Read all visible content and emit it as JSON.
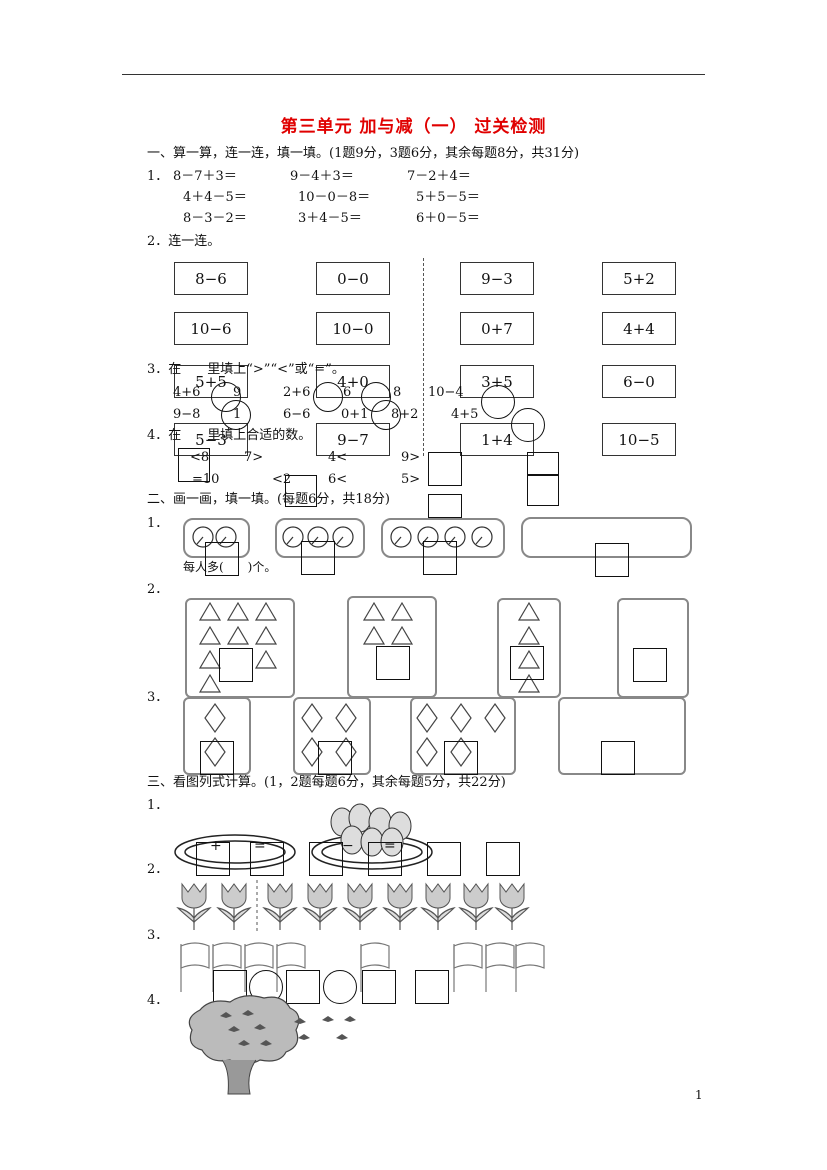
{
  "page": {
    "title": "第三单元  加与减（一）  过关检测",
    "page_number": "1"
  },
  "sections": {
    "s1": "一、算一算，连一连，填一填。(1题9分，3题6分，其余每题8分，共31分)",
    "s2": "二、画一画，填一填。(每题6分，共18分)",
    "s3": "三、看图列式计算。(1，2题每题6分，其余每题5分，共22分)"
  },
  "q1": {
    "num": "1．",
    "rows": [
      [
        "8－7＋3＝",
        "9－4＋3＝",
        "7－2＋4＝"
      ],
      [
        "4＋4－5＝",
        "10－0－8＝",
        "5＋5－5＝"
      ],
      [
        "8－3－2＝",
        "3＋4－5＝",
        "6＋0－5＝"
      ]
    ]
  },
  "q2": {
    "label": "2．连一连。",
    "cards": [
      [
        "8−6",
        "0−0",
        "9−3",
        "5+2"
      ],
      [
        "10−6",
        "10−0",
        "0+7",
        "4+4"
      ],
      [
        "5+5",
        "4+0",
        "3+5",
        "6−0"
      ],
      [
        "5−3",
        "9−7",
        "1+4",
        "10−5"
      ]
    ]
  },
  "q3": {
    "label": "3．在　　里填上“>”“<”或“=”。",
    "row1": [
      "4+6",
      "9",
      "2+6",
      "6",
      "8",
      "10−4"
    ],
    "row2": [
      "9−8",
      "1",
      "6−6",
      "0+1",
      "8+2",
      "4+5"
    ]
  },
  "q4": {
    "label": "4．在　　里填上合适的数。",
    "row1": [
      "<8",
      "7>",
      "4<",
      "9>"
    ],
    "row2": [
      "=10",
      "<2",
      "6<",
      "5>"
    ]
  },
  "s2q": {
    "q1_num": "1．",
    "each": "每人多(　　)个。",
    "q2_num": "2．",
    "q3_num": "3．"
  },
  "s3q": {
    "q1_num": "1．",
    "q2_num": "2．",
    "q3_num": "3．",
    "q4_num": "4．",
    "plus": "+",
    "minus": "−",
    "eq1": "=",
    "eq2": "="
  }
}
